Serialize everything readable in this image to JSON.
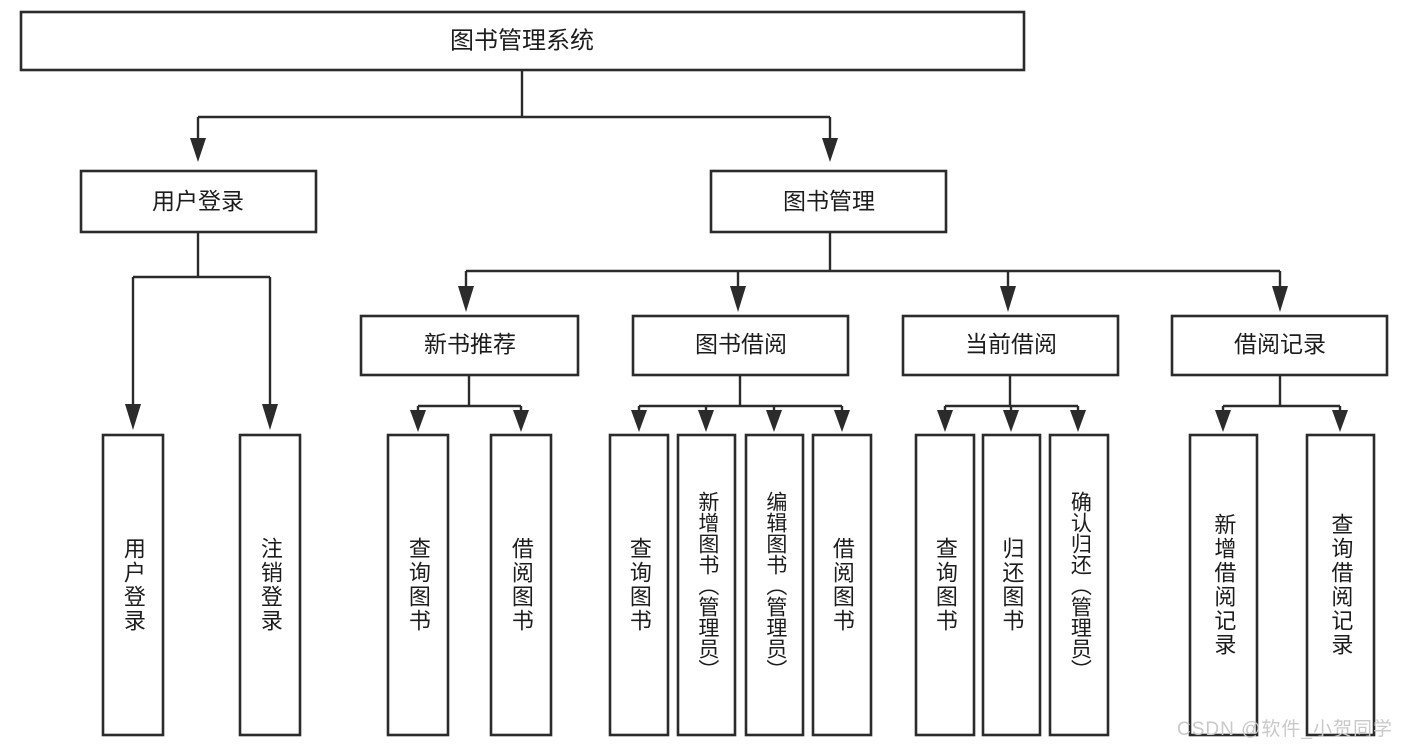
{
  "diagram": {
    "type": "tree-hierarchy",
    "title": "图书管理系统",
    "watermark": "CSDN @软件_小贺同学",
    "colors": {
      "stroke": "#2b2b2b",
      "fill": "#ffffff",
      "text": "#1c1c1c",
      "watermark": "#c9c9c9",
      "background": "#ffffff"
    },
    "root": {
      "label": "图书管理系统"
    },
    "level2": [
      {
        "label": "用户登录"
      },
      {
        "label": "图书管理"
      }
    ],
    "level3": [
      {
        "label": "新书推荐"
      },
      {
        "label": "图书借阅"
      },
      {
        "label": "当前借阅"
      },
      {
        "label": "借阅记录"
      }
    ],
    "leaves": {
      "user_login": [
        {
          "label": "用户登录"
        },
        {
          "label": "注销登录"
        }
      ],
      "new_book": [
        {
          "label": "查询图书"
        },
        {
          "label": "借阅图书"
        }
      ],
      "book_borrow": [
        {
          "label": "查询图书"
        },
        {
          "label": "新增图书（管理员）"
        },
        {
          "label": "编辑图书（管理员）"
        },
        {
          "label": "借阅图书"
        }
      ],
      "current_borrow": [
        {
          "label": "查询图书"
        },
        {
          "label": "归还图书"
        },
        {
          "label": "确认归还（管理员）"
        }
      ],
      "borrow_record": [
        {
          "label": "新增借阅记录"
        },
        {
          "label": "查询借阅记录"
        }
      ]
    }
  }
}
